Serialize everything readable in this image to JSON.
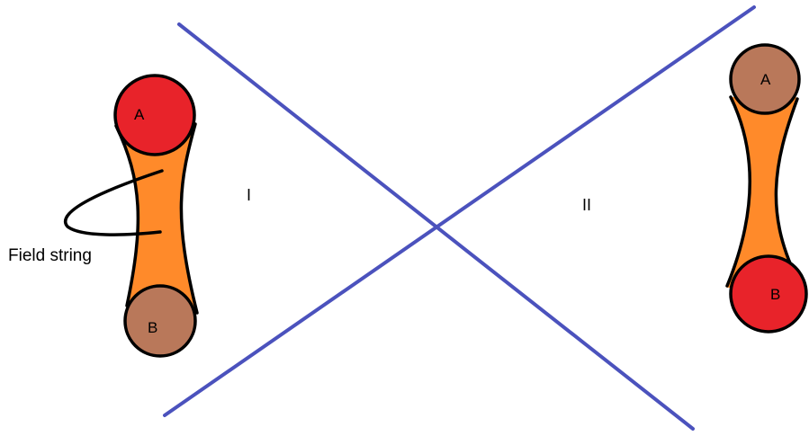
{
  "diagram": {
    "labels": {
      "left_top_ball": "A",
      "left_bottom_ball": "B",
      "right_top_ball": "A",
      "right_bottom_ball": "B",
      "region_left": "I",
      "region_right": "II",
      "callout": "Field string"
    },
    "colors": {
      "cross_lines": "#4b52bd",
      "string_fill": "#ff8a2a",
      "ball_red": "#e8232a",
      "ball_brown": "#b9785a",
      "outline": "#000000",
      "background": "#ffffff"
    }
  }
}
